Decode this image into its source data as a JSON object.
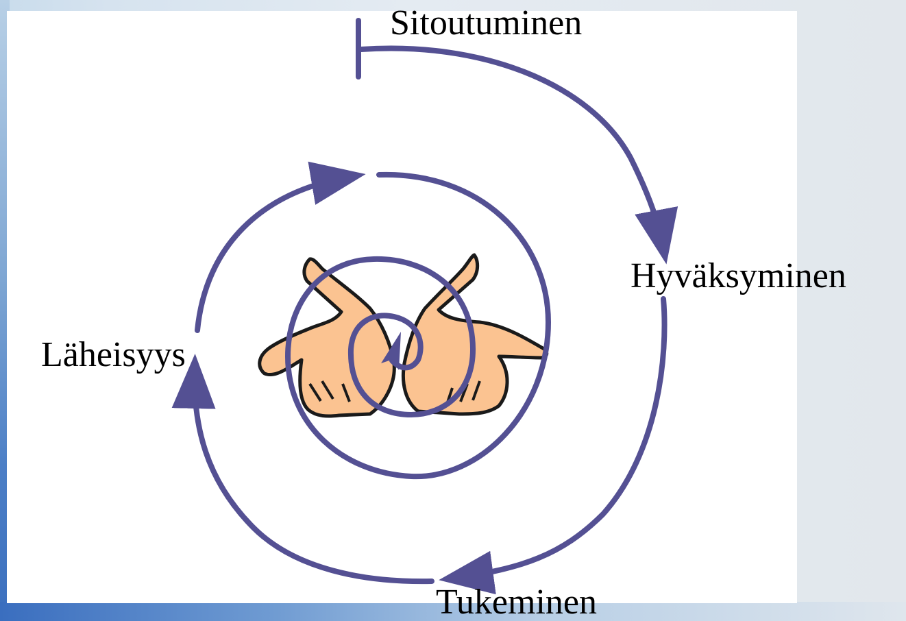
{
  "labels": {
    "top": "Sitoutuminen",
    "right": "Hyväksyminen",
    "bottom": "Tukeminen",
    "left": "Läheisyys"
  },
  "colors": {
    "spiral": "#545093",
    "hands_fill": "#fbc391",
    "hands_outline": "#1a1a1a",
    "slide": "#ffffff"
  },
  "icons": {
    "center": "open-hands-icon"
  }
}
